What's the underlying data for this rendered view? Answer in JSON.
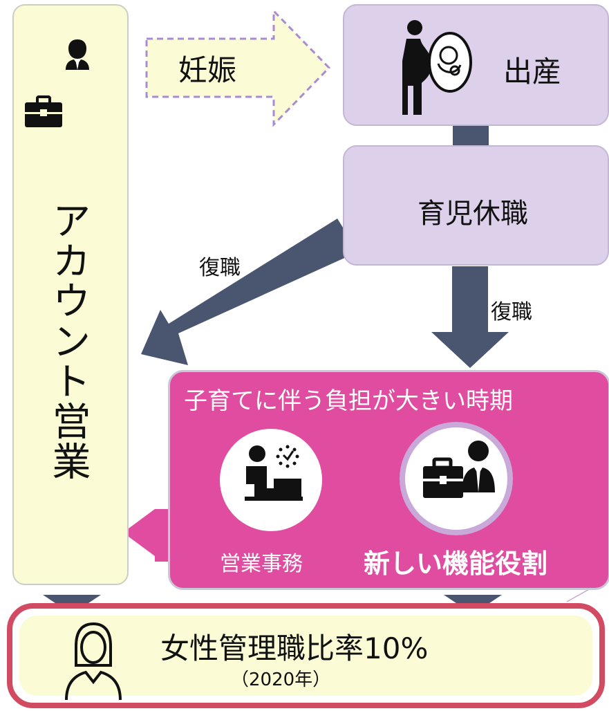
{
  "account": {
    "label": "アカウント営業"
  },
  "pregnancy": {
    "label": "妊娠"
  },
  "birth": {
    "label": "出産"
  },
  "childcare_leave": {
    "label": "育児休職"
  },
  "return_left": {
    "label": "復職"
  },
  "return_down": {
    "label": "復職"
  },
  "heavy_period": {
    "title": "子育てに伴う負担が大きい時期",
    "sales_admin": "営業事務",
    "new_role": "新しい機能役割"
  },
  "goal": {
    "label": "女性管理職比率10%",
    "year": "（2020年）"
  },
  "colors": {
    "arrow": "#4a5570",
    "pink": "#e04c9f",
    "purple_box": "#ddd0ea",
    "yellow": "#fbfbd6",
    "goal_border": "#d14b63"
  },
  "icons": [
    "person-icon",
    "briefcase-icon",
    "pregnant-woman-icon",
    "baby-icon",
    "desk-worker-clock-icon",
    "briefcase-person-icon",
    "woman-outline-icon"
  ]
}
